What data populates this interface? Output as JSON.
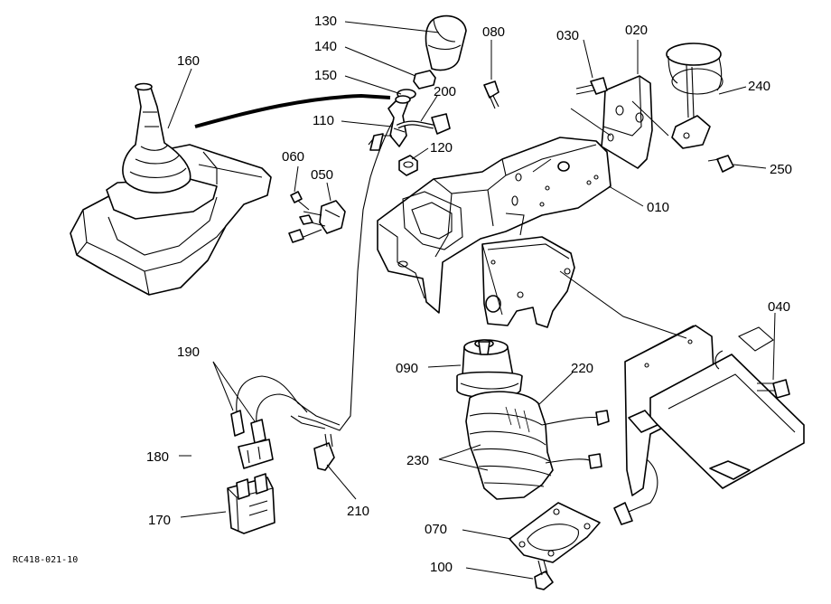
{
  "diagram": {
    "reference_code": "RC418-021-10",
    "labels": {
      "p010": "010",
      "p020": "020",
      "p030": "030",
      "p040": "040",
      "p050": "050",
      "p060": "060",
      "p070": "070",
      "p080": "080",
      "p090": "090",
      "p100": "100",
      "p110": "110",
      "p120": "120",
      "p130": "130",
      "p140": "140",
      "p150": "150",
      "p160": "160",
      "p170": "170",
      "p180": "180",
      "p190": "190",
      "p200": "200",
      "p210": "210",
      "p220": "220",
      "p230": "230",
      "p240": "240",
      "p250": "250"
    }
  }
}
